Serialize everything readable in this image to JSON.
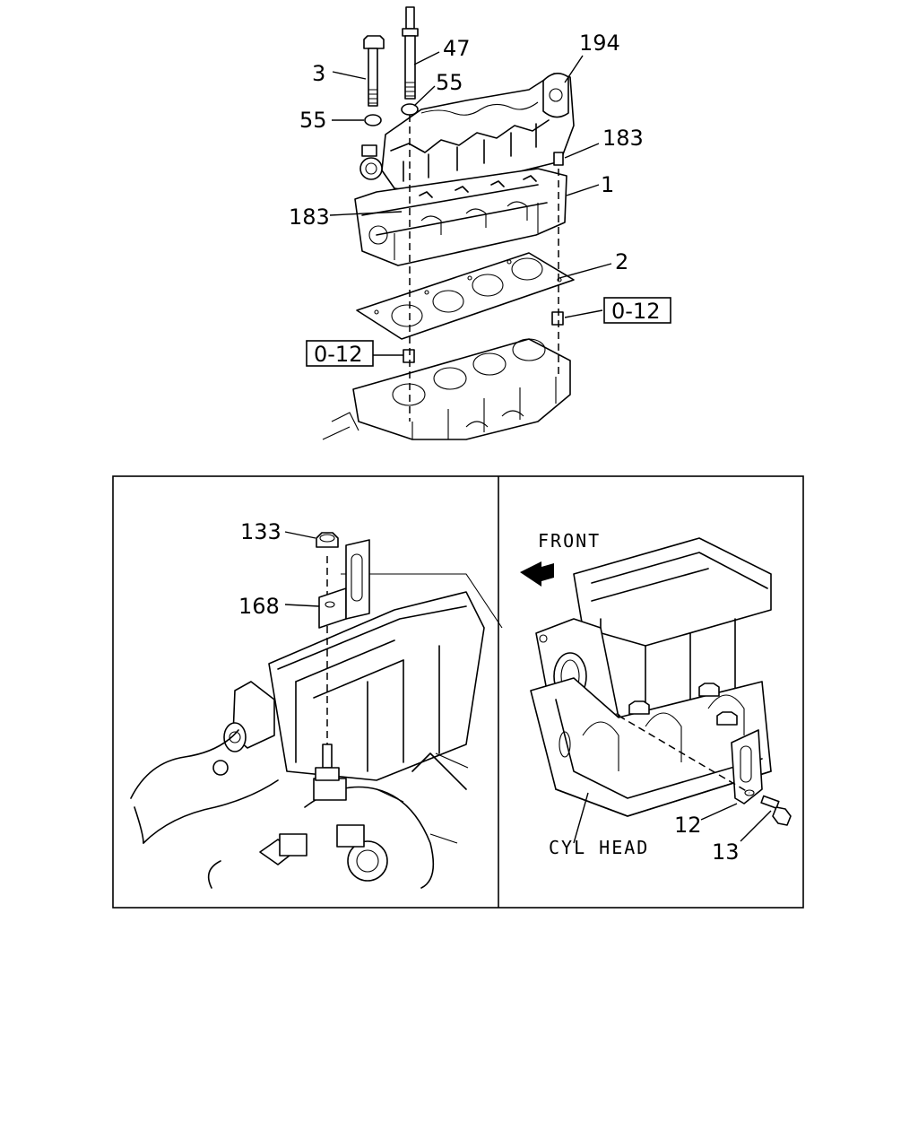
{
  "diagram": {
    "top_callouts": {
      "c3": "3",
      "c47": "47",
      "c55a": "55",
      "c55b": "55",
      "c194": "194",
      "c183a": "183",
      "c1": "1",
      "c183b": "183",
      "c2": "2",
      "ref_right": "0-12",
      "ref_left": "0-12"
    },
    "left_panel": {
      "c133": "133",
      "c168": "168"
    },
    "right_panel": {
      "front_label": "FRONT",
      "cyl_head_label": "CYL HEAD",
      "c12": "12",
      "c13": "13"
    }
  }
}
